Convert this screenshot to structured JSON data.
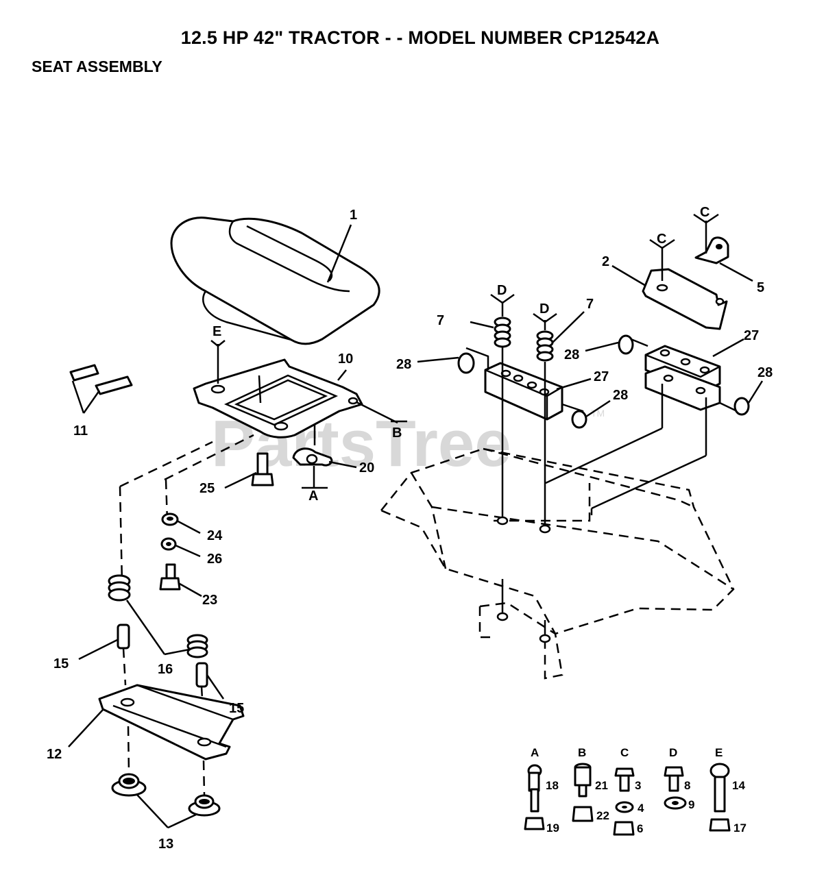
{
  "title": "12.5 HP 42\" TRACTOR - - MODEL NUMBER CP12542A",
  "section": "SEAT ASSEMBLY",
  "watermark": "PartsTree",
  "watermark_tm": "TM",
  "part_labels": [
    "1",
    "2",
    "5",
    "7",
    "7",
    "10",
    "11",
    "12",
    "13",
    "15",
    "15",
    "16",
    "20",
    "23",
    "24",
    "25",
    "26",
    "27",
    "27",
    "28",
    "28",
    "28",
    "28"
  ],
  "ref_letters": [
    "A",
    "B",
    "C",
    "C",
    "D",
    "D",
    "E"
  ],
  "hardware_key": [
    {
      "letter": "A",
      "parts": [
        "18",
        "19"
      ]
    },
    {
      "letter": "B",
      "parts": [
        "21",
        "22"
      ]
    },
    {
      "letter": "C",
      "parts": [
        "3",
        "4",
        "6"
      ]
    },
    {
      "letter": "D",
      "parts": [
        "8",
        "9"
      ]
    },
    {
      "letter": "E",
      "parts": [
        "14",
        "17"
      ]
    }
  ]
}
